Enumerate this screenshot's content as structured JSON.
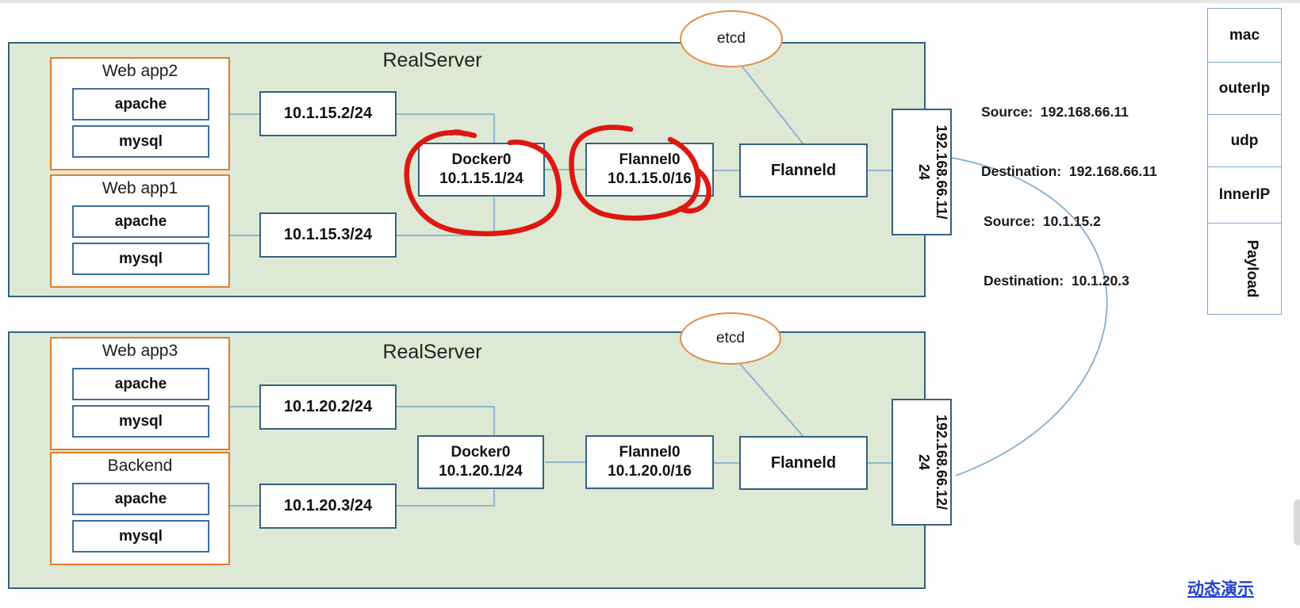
{
  "servers": [
    {
      "title": "RealServer",
      "etcd_label": "etcd",
      "apps": [
        {
          "name": "Web app2",
          "c0": "apache",
          "c1": "mysql"
        },
        {
          "name": "Web app1",
          "c0": "apache",
          "c1": "mysql"
        }
      ],
      "ip0": "10.1.15.2/24",
      "ip1": "10.1.15.3/24",
      "docker_name": "Docker0",
      "docker_ip": "10.1.15.1/24",
      "flannel_name": "Flannel0",
      "flannel_ip": "10.1.15.0/16",
      "flanneld_label": "Flanneld",
      "host_ip_line1": "192.168.66.11/",
      "host_ip_line2": "24"
    },
    {
      "title": "RealServer",
      "etcd_label": "etcd",
      "apps": [
        {
          "name": "Web app3",
          "c0": "apache",
          "c1": "mysql"
        },
        {
          "name": "Backend",
          "c0": "apache",
          "c1": "mysql"
        }
      ],
      "ip0": "10.1.20.2/24",
      "ip1": "10.1.20.3/24",
      "docker_name": "Docker0",
      "docker_ip": "10.1.20.1/24",
      "flannel_name": "Flannel0",
      "flannel_ip": "10.1.20.0/16",
      "flanneld_label": "Flanneld",
      "host_ip_line1": "192.168.66.12/",
      "host_ip_line2": "24"
    }
  ],
  "annotations": {
    "outer_source": "Source:  192.168.66.11",
    "outer_destination": "Destination:  192.168.66.11",
    "inner_source": "Source:  10.1.15.2",
    "inner_destination": "Destination:  10.1.20.3"
  },
  "packet_stack": {
    "f0": "mac",
    "f1": "outerIp",
    "f2": "udp",
    "f3": "InnerIP",
    "f4": "Payload"
  },
  "demo_link": "动态演示",
  "colors": {
    "server_fill": "#dee9d5",
    "server_border": "#33617e",
    "app_border": "#e07e2c",
    "component_border": "#3e6e9e",
    "etcd_border": "#dd8f4a",
    "connector": "#84aece",
    "red_annotation": "#de1712",
    "link_blue": "#2340d0"
  }
}
